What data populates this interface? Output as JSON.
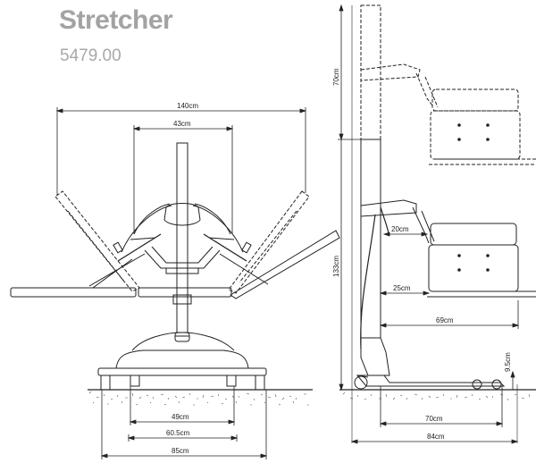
{
  "header": {
    "title": "Stretcher",
    "code": "5479.00"
  },
  "front_view": {
    "dim_top_outer": "140cm",
    "dim_top_inner": "43cm",
    "dim_base_1": "49cm",
    "dim_base_2": "60.5cm",
    "dim_base_3": "85cm"
  },
  "side_view": {
    "dim_upper_vertical": "70cm",
    "dim_lower_vertical": "133cm",
    "dim_arm_1": "20cm",
    "dim_arm_2": "25cm",
    "dim_reach": "69cm",
    "dim_wheel": "9.5cm",
    "dim_base_1": "70cm",
    "dim_base_2": "84cm"
  },
  "colors": {
    "title": "#a3a3a3",
    "line": "#222222"
  }
}
